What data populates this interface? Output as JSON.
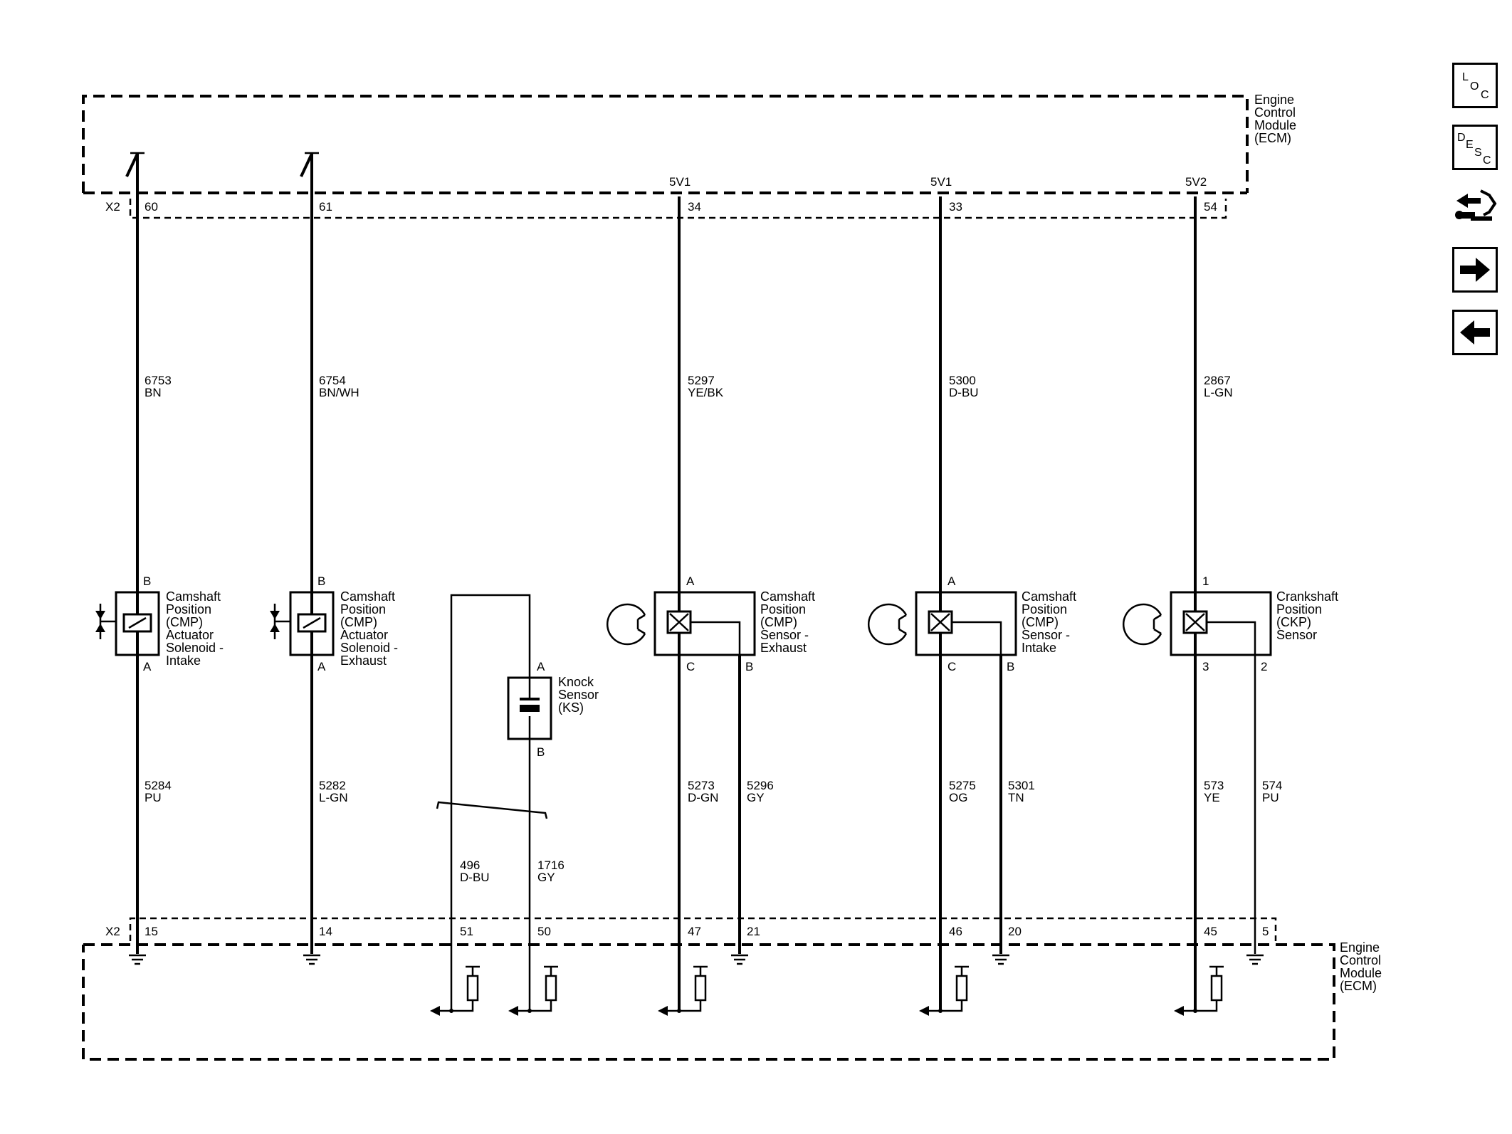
{
  "module": {
    "name_lines": [
      "Engine",
      "Control",
      "Module",
      "(ECM)"
    ],
    "connector": "X2"
  },
  "supplies": [
    "5V1",
    "5V1",
    "5V2"
  ],
  "top_pins": [
    "60",
    "61",
    "34",
    "33",
    "54"
  ],
  "bottom_pins": [
    "15",
    "14",
    "51",
    "50",
    "47",
    "21",
    "46",
    "20",
    "45",
    "5"
  ],
  "wires": [
    {
      "circuit": "6753",
      "color": "BN"
    },
    {
      "circuit": "6754",
      "color": "BN/WH"
    },
    {
      "circuit": "5297",
      "color": "YE/BK"
    },
    {
      "circuit": "5300",
      "color": "D-BU"
    },
    {
      "circuit": "2867",
      "color": "L-GN"
    },
    {
      "circuit": "5284",
      "color": "PU"
    },
    {
      "circuit": "5282",
      "color": "L-GN"
    },
    {
      "circuit": "496",
      "color": "D-BU"
    },
    {
      "circuit": "1716",
      "color": "GY"
    },
    {
      "circuit": "5273",
      "color": "D-GN"
    },
    {
      "circuit": "5296",
      "color": "GY"
    },
    {
      "circuit": "5275",
      "color": "OG"
    },
    {
      "circuit": "5301",
      "color": "TN"
    },
    {
      "circuit": "573",
      "color": "YE"
    },
    {
      "circuit": "574",
      "color": "PU"
    }
  ],
  "components": {
    "cmp_intake_actuator": {
      "lines": [
        "Camshaft",
        "Position",
        "(CMP)",
        "Actuator",
        "Solenoid -",
        "Intake"
      ],
      "pins": [
        "B",
        "A"
      ]
    },
    "cmp_exhaust_actuator": {
      "lines": [
        "Camshaft",
        "Position",
        "(CMP)",
        "Actuator",
        "Solenoid -",
        "Exhaust"
      ],
      "pins": [
        "B",
        "A"
      ]
    },
    "knock_sensor": {
      "lines": [
        "Knock",
        "Sensor",
        "(KS)"
      ],
      "pins": [
        "A",
        "B"
      ]
    },
    "cmp_exhaust_sensor": {
      "lines": [
        "Camshaft",
        "Position",
        "(CMP)",
        "Sensor -",
        "Exhaust"
      ],
      "pins": [
        "A",
        "C",
        "B"
      ]
    },
    "cmp_intake_sensor": {
      "lines": [
        "Camshaft",
        "Position",
        "(CMP)",
        "Sensor -",
        "Intake"
      ],
      "pins": [
        "A",
        "C",
        "B"
      ]
    },
    "ckp_sensor": {
      "lines": [
        "Crankshaft",
        "Position",
        "(CKP)",
        "Sensor"
      ],
      "pins": [
        "1",
        "3",
        "2"
      ]
    }
  },
  "nav": {
    "loc": [
      "L",
      "O",
      "C"
    ],
    "desc": [
      "D",
      "E",
      "S",
      "C"
    ]
  }
}
